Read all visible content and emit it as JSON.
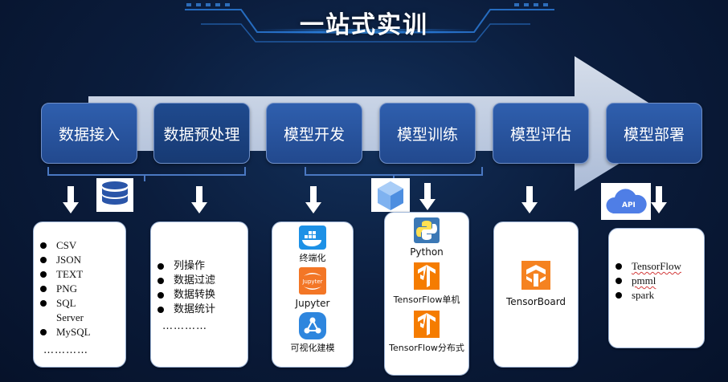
{
  "title": "一站式实训",
  "colors": {
    "background": "#0b1d3d",
    "step_fill": "#2a56a0",
    "arrow_fill": "#c9d6ec",
    "tensorflow_orange": "#f57c00",
    "tensorboard_orange": "#f58220",
    "docker_blue": "#1d91e6"
  },
  "steps": [
    {
      "label": "数据接入"
    },
    {
      "label": "数据预处理"
    },
    {
      "label": "模型开发"
    },
    {
      "label": "模型训练"
    },
    {
      "label": "模型评估"
    },
    {
      "label": "模型部署"
    }
  ],
  "cards": {
    "data_access": {
      "items": [
        "CSV",
        "JSON",
        "TEXT",
        "PNG",
        "SQL Server",
        "MySQL"
      ],
      "more": "…………"
    },
    "preprocessing": {
      "items": [
        "列操作",
        "数据过滤",
        "数据转换",
        "数据统计"
      ],
      "more": "…………"
    },
    "development": {
      "tools": [
        {
          "label": "终端化",
          "icon": "docker-icon"
        },
        {
          "label": "Jupyter",
          "icon": "jupyter-icon"
        },
        {
          "label": "可视化建模",
          "icon": "visual-modeling-icon"
        }
      ],
      "jupyter_logo_text": "Jupyter"
    },
    "training": {
      "tools": [
        {
          "label": "Python",
          "icon": "python-icon"
        },
        {
          "label": "TensorFlow单机",
          "icon": "tensorflow-icon"
        },
        {
          "label": "TensorFlow分布式",
          "icon": "tensorflow-icon"
        }
      ]
    },
    "evaluation": {
      "tools": [
        {
          "label": "TensorBoard",
          "icon": "tensorboard-icon"
        }
      ]
    },
    "deployment": {
      "items": [
        "TensorFlow",
        "pmml",
        "spark"
      ],
      "api_badge": "API"
    }
  },
  "decorative_icons": [
    "database-icon",
    "cube-icon",
    "api-cloud-icon"
  ]
}
